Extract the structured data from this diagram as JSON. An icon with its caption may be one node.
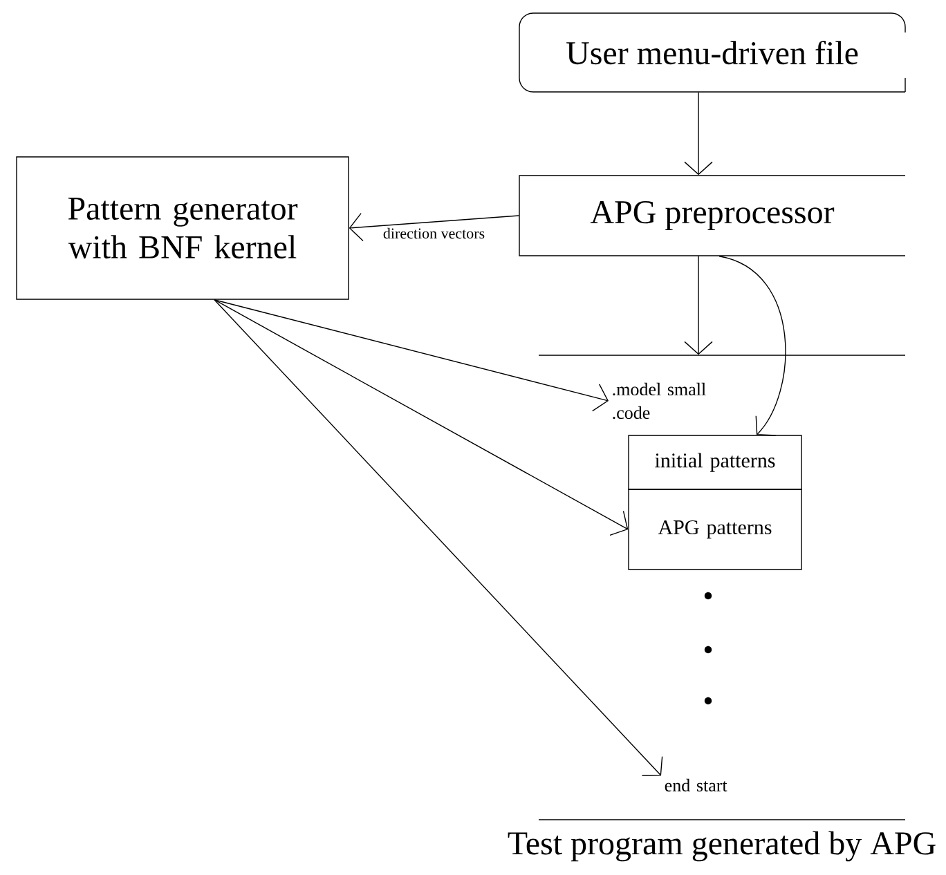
{
  "diagram": {
    "nodes": [
      {
        "text": [
          "User menu-driven file"
        ]
      },
      {
        "text": [
          "APG preprocessor"
        ]
      },
      {
        "text": [
          "Pattern generator with BNF kernel"
        ]
      },
      {
        "text": [
          "Test program generated by APG"
        ]
      },
      {
        "text": [
          ".model small .code"
        ],
        "in": 3
      },
      {
        "text": [
          "initial patterns"
        ],
        "in": 3
      },
      {
        "text": [
          "APG patterns"
        ],
        "in": 3
      },
      {
        "text": [
          "end start"
        ],
        "in": 3
      }
    ],
    "edges": [
      {
        "from": 0,
        "to": 1,
        "arrow": "to"
      },
      {
        "from": 1,
        "to": 2,
        "arrow": "to",
        "label": "direction vectors"
      },
      {
        "from": 1,
        "to": 3,
        "arrow": "to"
      },
      {
        "from": 1,
        "to": 5,
        "arrow": "to"
      },
      {
        "from": 2,
        "to": 4,
        "arrow": "to"
      },
      {
        "from": 2,
        "to": 6,
        "arrow": "to"
      },
      {
        "from": 2,
        "to": 7,
        "arrow": "to"
      }
    ]
  }
}
